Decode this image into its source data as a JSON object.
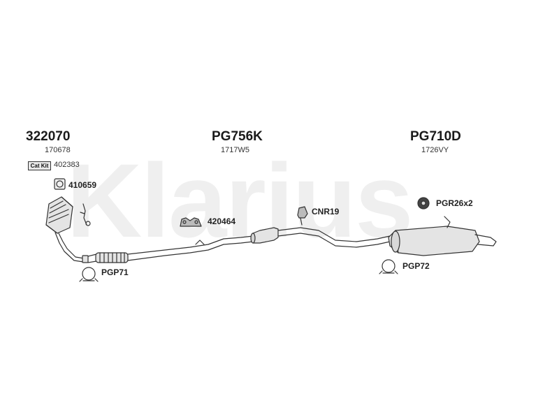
{
  "brand": {
    "watermark": "Klarius"
  },
  "groups": {
    "front": {
      "code": "322070",
      "sub": "170678"
    },
    "middle": {
      "code": "PG756K",
      "sub": "1717W5"
    },
    "rear": {
      "code": "PG710D",
      "sub": "1726VY"
    }
  },
  "catkit": {
    "label": "Cat Kit",
    "code": "402383"
  },
  "parts": {
    "p410659": "410659",
    "p420464": "420464",
    "cnr19": "CNR19",
    "pgr26": "PGR26x2",
    "pgp71": "PGP71",
    "pgp72": "PGP72"
  },
  "colors": {
    "line": "#333333",
    "watermark": "#efefef",
    "fill": "#e2e2e2"
  }
}
